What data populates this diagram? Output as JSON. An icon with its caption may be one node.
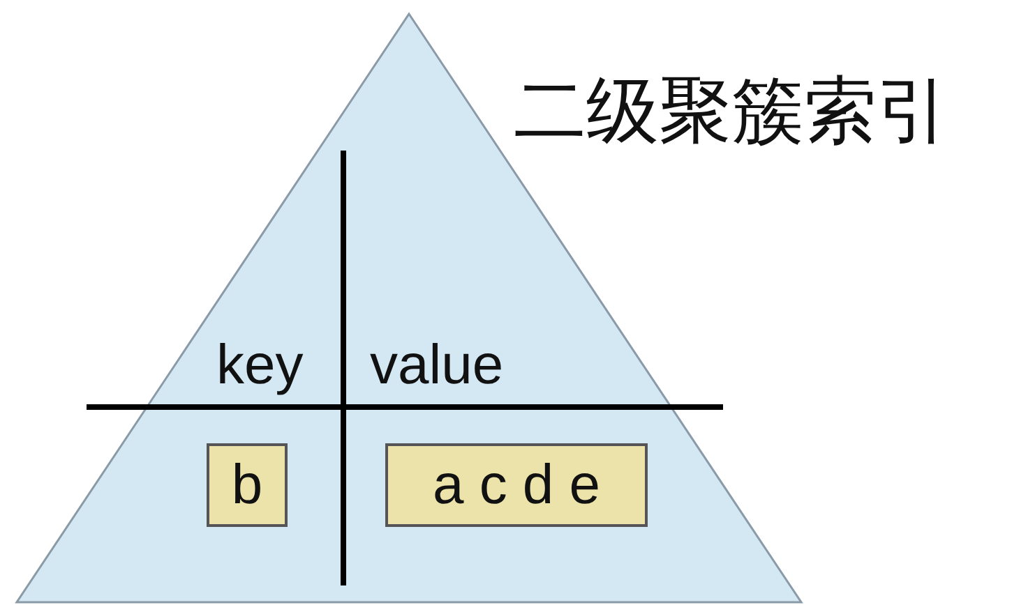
{
  "diagram": {
    "title": "二级聚簇索引",
    "nodes": [
      {
        "text": [],
        "shape": "triangle"
      },
      {
        "text": [
          "b"
        ],
        "in": 0
      },
      {
        "text": [
          "a c d e"
        ],
        "in": 0
      }
    ],
    "labels": [
      "key",
      "value"
    ]
  }
}
